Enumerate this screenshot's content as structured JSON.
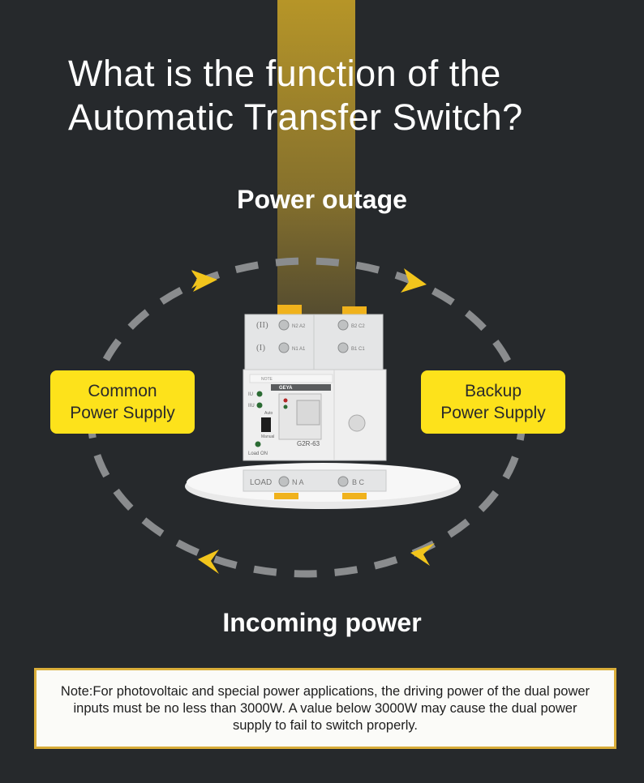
{
  "title": {
    "line1": "What is the function of the",
    "line2": "Automatic Transfer Switch?"
  },
  "cycle": {
    "top_label": "Power outage",
    "bottom_label": "Incoming power",
    "left_box": {
      "line1": "Common",
      "line2": "Power Supply"
    },
    "right_box": {
      "line1": "Backup",
      "line2": "Power Supply"
    }
  },
  "device": {
    "brand": "GEYA",
    "model": "G2R-63",
    "slot_top_label": "(II)",
    "slot_second_label": "(I)",
    "terminal_n2a2": "N2 A2",
    "terminal_b2c2": "B2 C2",
    "terminal_n1a1": "N1 A1",
    "terminal_b1c1": "B1 C1",
    "indicator_iu": "IU",
    "indicator_iiu": "IIU",
    "mode_auto": "Auto",
    "mode_manual": "Manual",
    "load_on": "Load ON",
    "load": "LOAD",
    "load_na": "N A",
    "load_bc": "B C",
    "note_label": "NOTE"
  },
  "note": {
    "text": "Note:For photovoltaic and special power applications, the driving power of the dual power inputs must be no less than 3000W. A value below 3000W may cause the dual power supply to fail to switch properly."
  },
  "colors": {
    "background": "#26292c",
    "accent_yellow": "#fde21b",
    "arrow_yellow": "#f2c51c",
    "dash_gray": "#8a8c8e",
    "note_border": "#d9ad3a"
  }
}
